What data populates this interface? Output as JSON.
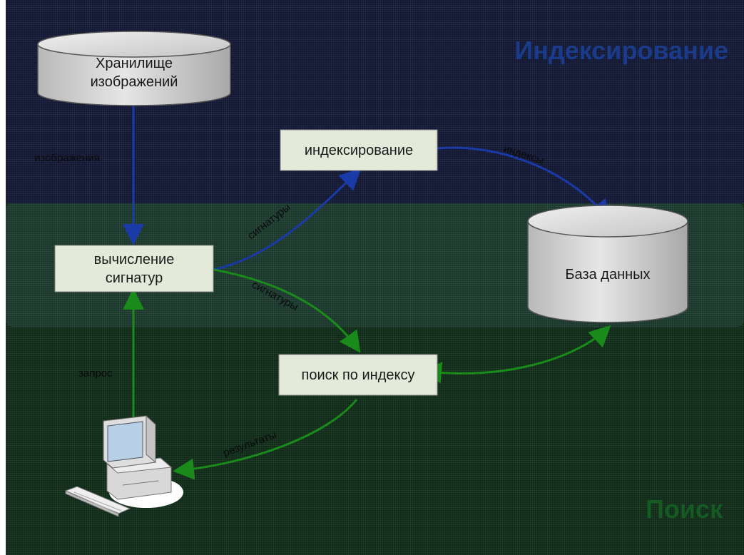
{
  "regions": {
    "indexing_title": "Индексирование",
    "search_title": "Поиск"
  },
  "nodes": {
    "image_store": [
      "Хранилище",
      "изображений"
    ],
    "signature_calc": [
      "вычисление",
      "сигнатур"
    ],
    "indexing": "индексирование",
    "database": "База данных",
    "index_search": "поиск по индексу"
  },
  "edges": {
    "images": "изображения",
    "signatures_up": "сигнатуры",
    "signatures_down": "сигнатуры",
    "indexes": "индексы",
    "query": "запрос",
    "results": "результаты"
  },
  "colors": {
    "indexing_region": "#111633",
    "search_region": "#0e2a16",
    "indexing_arrow": "#1a3aa8",
    "search_arrow": "#1a8a1a",
    "box_fill": "#e4ead9",
    "cylinder_fill": "#d0d0d0"
  },
  "icons": [
    "computer-icon",
    "keyboard-icon"
  ]
}
